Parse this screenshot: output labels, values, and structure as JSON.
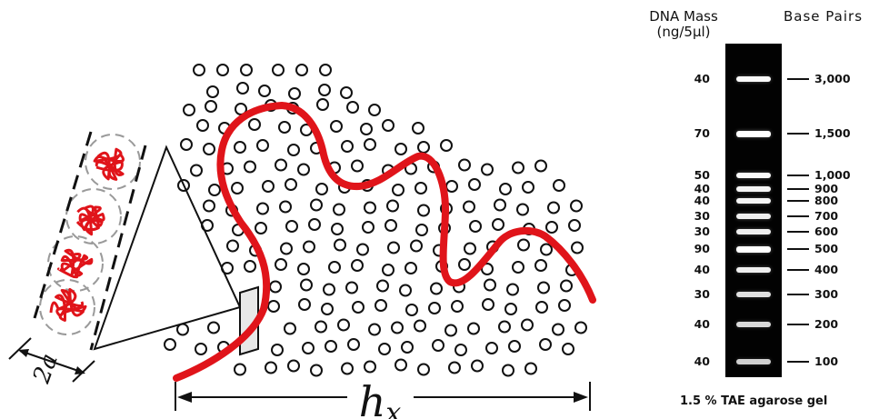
{
  "diagram": {
    "width_label": "h",
    "width_label_sub": "x",
    "blob_label": "2a",
    "colors": {
      "polymer": "#e0141a",
      "obstacle": "#111111",
      "line": "#111111",
      "blob_outline": "#9a9a9a"
    }
  },
  "ladder": {
    "mass_header_line1": "DNA Mass",
    "mass_header_line2": "(ng/5µl)",
    "bp_header": "Base Pairs",
    "caption": "1.5 % TAE agarose gel",
    "bands": [
      {
        "mass": "40",
        "bp": "3,000",
        "intensity": 0.95
      },
      {
        "mass": "70",
        "bp": "1,500",
        "intensity": 1.0
      },
      {
        "mass": "50",
        "bp": "1,000",
        "intensity": 0.95
      },
      {
        "mass": "40",
        "bp": "900",
        "intensity": 0.9
      },
      {
        "mass": "40",
        "bp": "800",
        "intensity": 0.9
      },
      {
        "mass": "30",
        "bp": "700",
        "intensity": 0.85
      },
      {
        "mass": "30",
        "bp": "600",
        "intensity": 0.85
      },
      {
        "mass": "90",
        "bp": "500",
        "intensity": 1.0
      },
      {
        "mass": "40",
        "bp": "400",
        "intensity": 0.85
      },
      {
        "mass": "30",
        "bp": "300",
        "intensity": 0.7
      },
      {
        "mass": "40",
        "bp": "200",
        "intensity": 0.65
      },
      {
        "mass": "40",
        "bp": "100",
        "intensity": 0.55
      }
    ]
  }
}
